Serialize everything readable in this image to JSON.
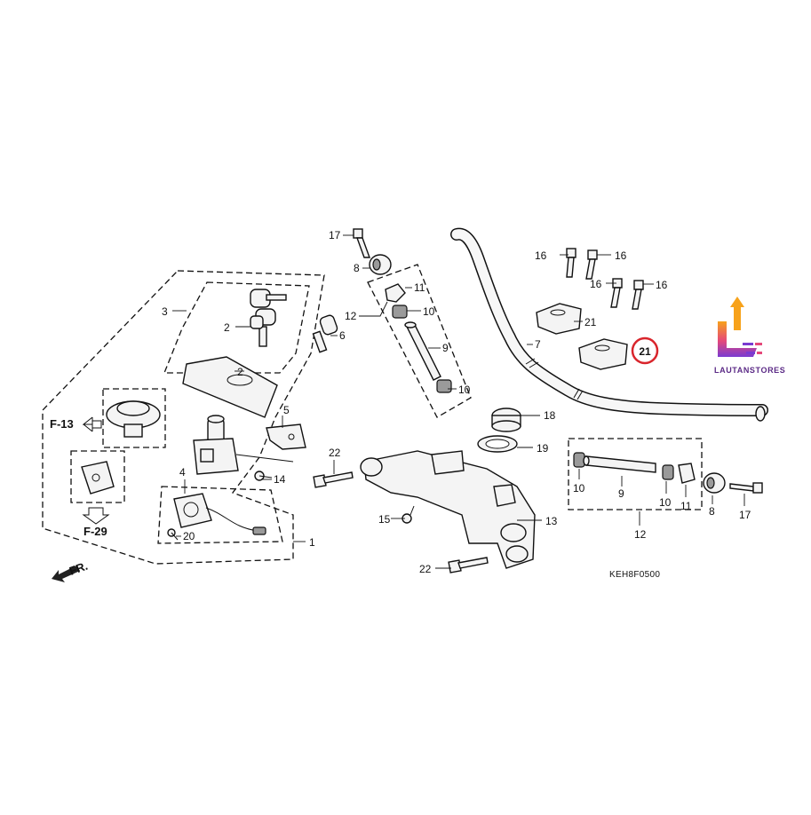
{
  "diagram": {
    "code": "KEH8F0500",
    "direction_label": "FR.",
    "refs": {
      "f13": "F-13",
      "f29": "F-29"
    },
    "brand": {
      "name": "LAUTANSTORES",
      "accent_colors": [
        "#f7a21b",
        "#e5487a",
        "#7a3bd1"
      ]
    },
    "highlight": {
      "label": "21",
      "color": "#d9252c"
    },
    "callouts": {
      "c1": "1",
      "c2a": "2",
      "c2b": "2",
      "c3": "3",
      "c4": "4",
      "c5": "5",
      "c6": "6",
      "c7": "7",
      "c8a": "8",
      "c8b": "8",
      "c9a": "9",
      "c9b": "9",
      "c10a": "10",
      "c10b": "10",
      "c10c": "10",
      "c10d": "10",
      "c11a": "11",
      "c11b": "11",
      "c12a": "12",
      "c12b": "12",
      "c13": "13",
      "c14": "14",
      "c15": "15",
      "c16a": "16",
      "c16b": "16",
      "c16c": "16",
      "c16d": "16",
      "c17a": "17",
      "c17b": "17",
      "c18": "18",
      "c19": "19",
      "c20": "20",
      "c21": "21",
      "c22a": "22",
      "c22b": "22"
    }
  }
}
